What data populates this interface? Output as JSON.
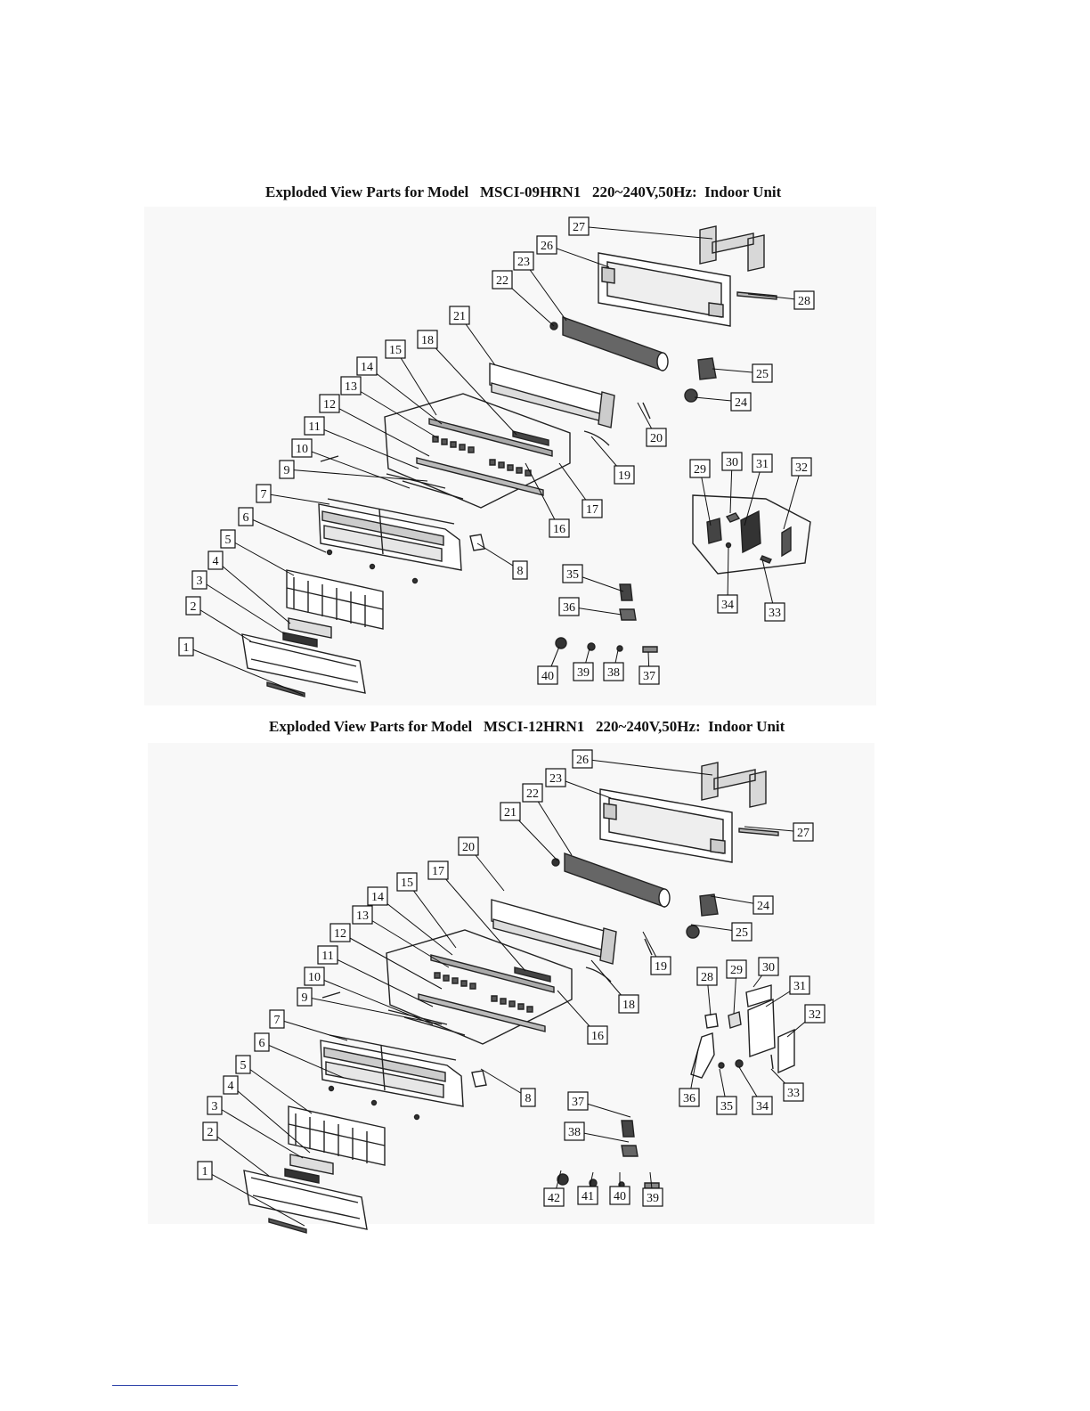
{
  "diagrams": [
    {
      "title": "Exploded View Parts for Model   MSCI-09HRN1   220~240V,50Hz:  Indoor Unit",
      "callouts": [
        "1",
        "2",
        "3",
        "4",
        "5",
        "6",
        "7",
        "8",
        "9",
        "10",
        "11",
        "12",
        "13",
        "14",
        "15",
        "16",
        "17",
        "18",
        "19",
        "20",
        "21",
        "22",
        "23",
        "24",
        "25",
        "26",
        "27",
        "28",
        "29",
        "30",
        "31",
        "32",
        "33",
        "34",
        "35",
        "36",
        "37",
        "38",
        "39",
        "40"
      ]
    },
    {
      "title": "Exploded View Parts for Model   MSCI-12HRN1   220~240V,50Hz:  Indoor Unit",
      "callouts": [
        "1",
        "2",
        "3",
        "4",
        "5",
        "6",
        "7",
        "8",
        "9",
        "10",
        "11",
        "12",
        "13",
        "14",
        "15",
        "16",
        "17",
        "18",
        "19",
        "20",
        "21",
        "22",
        "23",
        "24",
        "25",
        "26",
        "27",
        "28",
        "29",
        "30",
        "31",
        "32",
        "33",
        "34",
        "35",
        "36",
        "37",
        "38",
        "39",
        "40",
        "41",
        "42"
      ]
    }
  ]
}
